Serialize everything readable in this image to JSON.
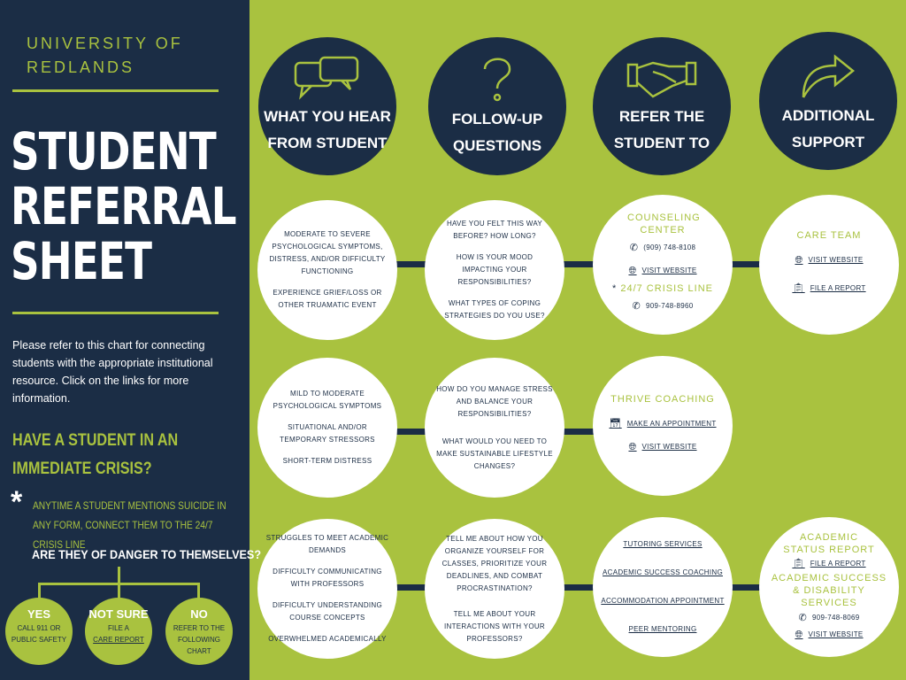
{
  "sidebar": {
    "university": [
      "UNIVERSITY OF",
      "REDLANDS"
    ],
    "title": [
      "STUDENT",
      "REFERRAL",
      "SHEET"
    ],
    "intro": "Please refer to this chart for connecting students with the appropriate institutional resource. Click on the links for more information.",
    "crisis_heading": [
      "HAVE A STUDENT IN AN",
      "IMMEDIATE CRISIS?"
    ],
    "asterisk": "*",
    "crisis_note": "ANYTIME A STUDENT MENTIONS SUICIDE IN ANY FORM, CONNECT THEM TO THE 24/7 CRISIS LINE",
    "danger_question": "ARE THEY OF DANGER TO THEMSELVES?",
    "options": [
      {
        "label": "YES",
        "lines": [
          "CALL 911 OR",
          "PUBLIC SAFETY"
        ]
      },
      {
        "label": "NOT SURE",
        "lines": [
          "FILE A"
        ],
        "link": "CARE REPORT"
      },
      {
        "label": "NO",
        "lines": [
          "REFER TO THE",
          "FOLLOWING",
          "CHART"
        ]
      }
    ]
  },
  "headers": [
    {
      "icon": "speech-bubbles-icon",
      "lines": [
        "WHAT YOU HEAR",
        "FROM STUDENT"
      ]
    },
    {
      "icon": "question-mark-icon",
      "lines": [
        "FOLLOW-UP",
        "QUESTIONS"
      ]
    },
    {
      "icon": "handshake-icon",
      "lines": [
        "REFER THE",
        "STUDENT TO"
      ]
    },
    {
      "icon": "arrow-icon",
      "lines": [
        "ADDITIONAL",
        "SUPPORT"
      ]
    }
  ],
  "rows": [
    {
      "hear": [
        "MODERATE TO SEVERE PSYCHOLOGICAL SYMPTOMS, DISTRESS, AND/OR DIFFICULTY FUNCTIONING",
        "EXPERIENCE GRIEF/LOSS OR OTHER TRUAMATIC EVENT"
      ],
      "questions": [
        "HAVE YOU FELT THIS WAY BEFORE? HOW LONG?",
        "HOW IS YOUR MOOD IMPACTING YOUR RESPONSIBILITIES?",
        "WHAT TYPES OF COPING STRATEGIES DO YOU USE?"
      ],
      "refer": {
        "title": "COUNSELING CENTER",
        "phone": "(909) 748-8108",
        "website": "VISIT WEBSITE",
        "crisis_title": "24/7 CRISIS LINE",
        "crisis_phone": "909-748-8960"
      },
      "support": {
        "title": "CARE TEAM",
        "website": "VISIT WEBSITE",
        "report": "FILE A REPORT"
      }
    },
    {
      "hear": [
        "MILD TO MODERATE PSYCHOLOGICAL SYMPTOMS",
        "SITUATIONAL AND/OR TEMPORARY STRESSORS",
        "SHORT-TERM DISTRESS"
      ],
      "questions": [
        "HOW DO YOU MANAGE STRESS AND BALANCE YOUR RESPONSIBILITIES?",
        "WHAT WOULD YOU NEED TO MAKE SUSTAINABLE LIFESTYLE CHANGES?"
      ],
      "refer": {
        "title": "THRIVE COACHING",
        "appointment": "MAKE AN APPOINTMENT",
        "website": "VISIT WEBSITE"
      }
    },
    {
      "hear": [
        "STRUGGLES TO MEET ACADEMIC DEMANDS",
        "DIFFICULTY COMMUNICATING WITH PROFESSORS",
        "DIFFICULTY UNDERSTANDING COURSE CONCEPTS",
        "OVERWHELMED ACADEMICALLY"
      ],
      "questions": [
        "TELL ME ABOUT HOW YOU ORGANIZE YOURSELF FOR CLASSES, PRIORITIZE YOUR DEADLINES, AND COMBAT PROCRASTINATION?",
        "TELL ME ABOUT YOUR INTERACTIONS WITH YOUR PROFESSORS?"
      ],
      "refer": {
        "links": [
          "TUTORING SERVICES",
          "ACADEMIC SUCCESS COACHING",
          "ACCOMMODATION APPOINTMENT",
          "PEER MENTORING"
        ]
      },
      "support": {
        "status_title": "ACADEMIC STATUS REPORT",
        "report": "FILE A REPORT",
        "asds_title": "ACADEMIC SUCCESS & DISABILITY SERVICES",
        "phone": "909-748-8069",
        "website": "VISIT WEBSITE"
      }
    }
  ],
  "colors": {
    "navy": "#1b2d45",
    "green": "#a9c23f",
    "white": "#ffffff"
  }
}
